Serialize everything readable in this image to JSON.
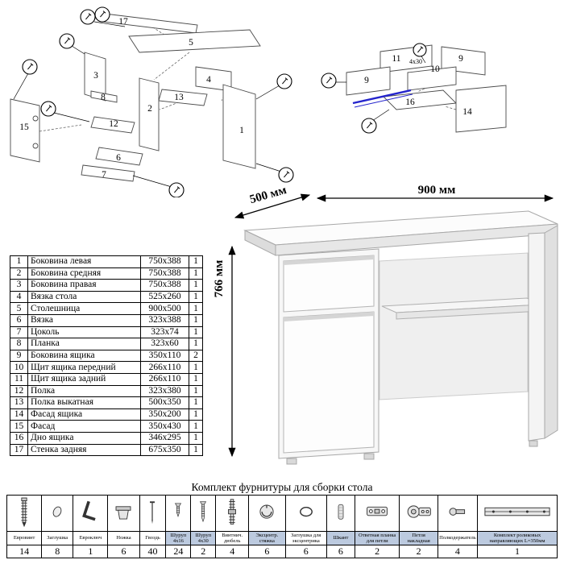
{
  "page": {
    "colors": {
      "accent_blue": "#2424cc",
      "shade": "#bccadf"
    }
  },
  "dimensions": {
    "width": "900 мм",
    "depth": "500 мм",
    "height": "766 мм"
  },
  "diagram_left": {
    "labels": [
      "17",
      "5",
      "3",
      "8",
      "4",
      "13",
      "2",
      "12",
      "15",
      "6",
      "7",
      "1"
    ]
  },
  "diagram_right": {
    "labels": [
      "11",
      "9",
      "10",
      "9",
      "16",
      "14"
    ],
    "screw_note": "4x30"
  },
  "parts_table": {
    "rows": [
      {
        "num": "1",
        "name": "Боковина левая",
        "size": "750x388",
        "qty": "1"
      },
      {
        "num": "2",
        "name": "Боковина средняя",
        "size": "750x388",
        "qty": "1"
      },
      {
        "num": "3",
        "name": "Боковина правая",
        "size": "750x388",
        "qty": "1"
      },
      {
        "num": "4",
        "name": "Вязка стола",
        "size": "525x260",
        "qty": "1"
      },
      {
        "num": "5",
        "name": "Столешница",
        "size": "900x500",
        "qty": "1"
      },
      {
        "num": "6",
        "name": "Вязка",
        "size": "323x388",
        "qty": "1"
      },
      {
        "num": "7",
        "name": "Цоколь",
        "size": "323x74",
        "qty": "1"
      },
      {
        "num": "8",
        "name": "Планка",
        "size": "323x60",
        "qty": "1"
      },
      {
        "num": "9",
        "name": "Боковина ящика",
        "size": "350x110",
        "qty": "2"
      },
      {
        "num": "10",
        "name": "Щит ящика передний",
        "size": "266x110",
        "qty": "1"
      },
      {
        "num": "11",
        "name": "Щит ящика задний",
        "size": "266x110",
        "qty": "1"
      },
      {
        "num": "12",
        "name": "Полка",
        "size": "323x380",
        "qty": "1"
      },
      {
        "num": "13",
        "name": "Полка выкатная",
        "size": "500x350",
        "qty": "1"
      },
      {
        "num": "14",
        "name": "Фасад ящика",
        "size": "350x200",
        "qty": "1"
      },
      {
        "num": "15",
        "name": "Фасад",
        "size": "350x430",
        "qty": "1"
      },
      {
        "num": "16",
        "name": "Дно ящика",
        "size": "346x295",
        "qty": "1"
      },
      {
        "num": "17",
        "name": "Стенка задняя",
        "size": "675x350",
        "qty": "1"
      }
    ]
  },
  "hardware": {
    "title": "Комплект фурнитуры для сборки стола",
    "items": [
      {
        "name": "Евровинт",
        "qty": "14",
        "icon": "euro-screw-icon",
        "shaded": false
      },
      {
        "name": "Заглушка",
        "qty": "8",
        "icon": "cap-icon",
        "shaded": false
      },
      {
        "name": "Евроключ",
        "qty": "1",
        "icon": "hex-key-icon",
        "shaded": false
      },
      {
        "name": "Ножка",
        "qty": "6",
        "icon": "foot-icon",
        "shaded": false
      },
      {
        "name": "Гвоздь",
        "qty": "40",
        "icon": "nail-icon",
        "shaded": false
      },
      {
        "name": "Шуруп 4x16",
        "qty": "24",
        "icon": "screw-short-icon",
        "shaded": true
      },
      {
        "name": "Шуруп 4x30",
        "qty": "2",
        "icon": "screw-long-icon",
        "shaded": true
      },
      {
        "name": "Винтнич. дюбель",
        "qty": "4",
        "icon": "dowel-screw-icon",
        "shaded": false
      },
      {
        "name": "Эксцентр. стяжка",
        "qty": "6",
        "icon": "cam-lock-icon",
        "shaded": true
      },
      {
        "name": "Заглушка для эксцентрика",
        "qty": "6",
        "icon": "cam-cap-icon",
        "shaded": false
      },
      {
        "name": "Шкант",
        "qty": "6",
        "icon": "wood-dowel-icon",
        "shaded": true
      },
      {
        "name": "Ответная планка для петли",
        "qty": "2",
        "icon": "hinge-plate-icon",
        "shaded": true
      },
      {
        "name": "Петля накладная",
        "qty": "2",
        "icon": "hinge-icon",
        "shaded": true
      },
      {
        "name": "Полкодержатель",
        "qty": "4",
        "icon": "shelf-pin-icon",
        "shaded": false
      },
      {
        "name": "Комплект роликовых направляющих L=350мм",
        "qty": "1",
        "icon": "drawer-slide-icon",
        "shaded": true
      }
    ]
  }
}
